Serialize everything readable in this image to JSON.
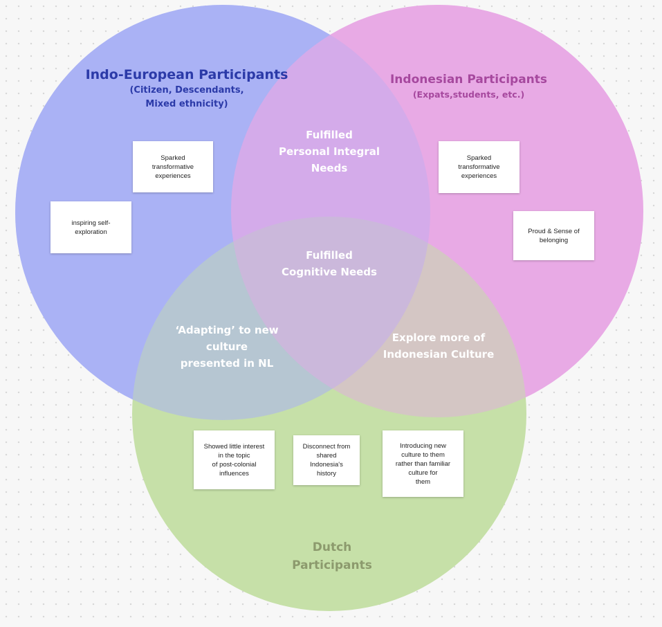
{
  "diagram": {
    "sets": {
      "indo_european": {
        "title": "Indo-European Participants",
        "subtitle_1": "(Citizen, Descendants,",
        "subtitle_2": "Mixed ethnicity)",
        "color": "#aab4f6"
      },
      "indonesian": {
        "title": "Indonesian Participants",
        "subtitle": "(Expats,students, etc.)",
        "color": "#ecaee4"
      },
      "dutch": {
        "title_1": "Dutch",
        "title_2": "Participants",
        "color": "#c6e0a8"
      }
    },
    "overlaps": {
      "ie_id": [
        "Fulfilled",
        "Personal Integral",
        "Needs"
      ],
      "center": [
        "Fulfilled",
        "Cognitive Needs"
      ],
      "ie_nl": [
        "‘Adapting’ to new",
        "culture",
        "presented in NL"
      ],
      "id_nl": [
        "Explore more of",
        "Indonesian Culture"
      ]
    },
    "notes": {
      "ie_sparked": [
        "Sparked",
        "transformative",
        "experiences"
      ],
      "ie_inspiring": [
        "inspiring self-",
        "exploration"
      ],
      "id_sparked": [
        "Sparked",
        "transformative",
        "experiences"
      ],
      "id_proud": [
        "Proud & Sense of",
        "belonging"
      ],
      "nl_little_interest": [
        "Showed little interest",
        "in the topic",
        "of post-colonial",
        "influences"
      ],
      "nl_disconnect": [
        "Disconnect from",
        "shared",
        "Indonesia's",
        "history"
      ],
      "nl_introducing": [
        "Introducing new",
        "culture to them",
        "rather than familiar",
        "culture for",
        "them"
      ]
    }
  }
}
